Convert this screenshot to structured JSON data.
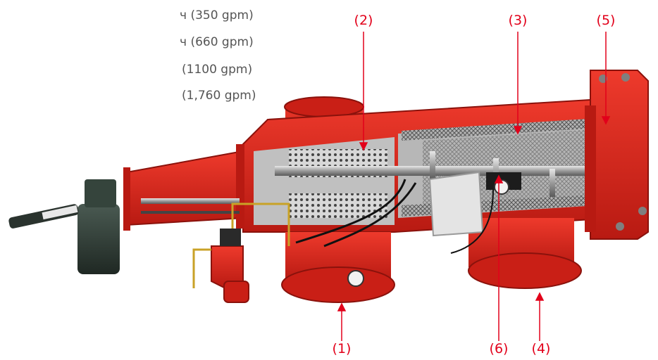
{
  "flow_rates": [
    {
      "text": "ч (350 gpm)"
    },
    {
      "text": "ч (660 gpm)"
    },
    {
      "text": "(1100 gpm)"
    },
    {
      "text": "(1,760 gpm)"
    }
  ],
  "callouts": [
    {
      "label": "(1)"
    },
    {
      "label": "(2)"
    },
    {
      "label": "(3)"
    },
    {
      "label": "(4)"
    },
    {
      "label": "(5)"
    },
    {
      "label": "(6)"
    }
  ],
  "colors": {
    "body_red": "#d9261c",
    "dark_red": "#9e1510",
    "label_red": "#e2001a",
    "motor_green": "#2f3b35",
    "mesh_grey": "#8c8c8c"
  }
}
